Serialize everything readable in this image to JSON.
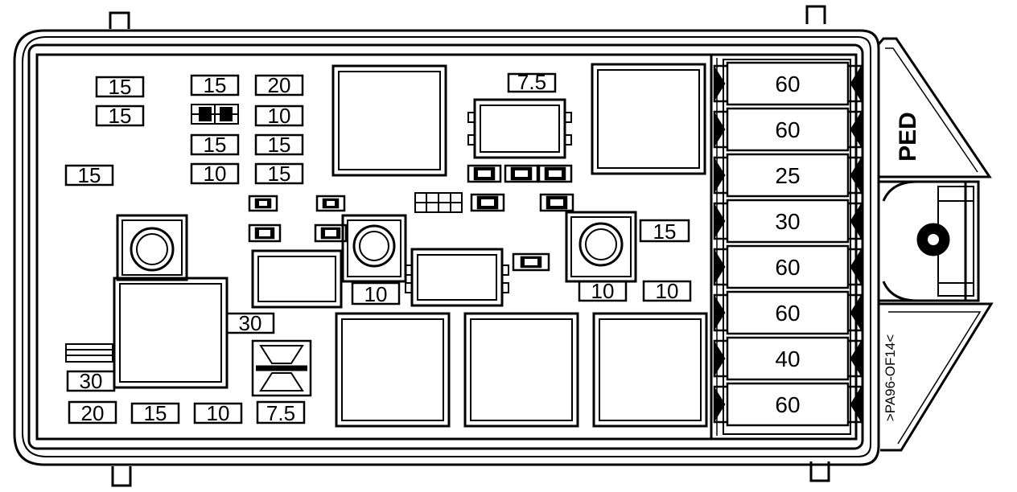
{
  "diagram": {
    "side_label": "PED",
    "code_label": ">PA96-OF14<"
  },
  "fuses": {
    "f_a": "15",
    "f_b": "15",
    "f_c": "15",
    "f_d": "20",
    "f_e": "7.5",
    "f_f": "10",
    "f_g": "15",
    "f_h": "15",
    "f_i": "15",
    "f_j": "10",
    "f_k": "15",
    "f_l": "15",
    "f_m": "10",
    "f_n": "10",
    "f_o": "10",
    "f_p": "30",
    "f_q": "30",
    "f_r": "20",
    "f_s": "15",
    "f_t": "10",
    "f_u": "7.5"
  },
  "maxifuses": [
    "60",
    "60",
    "25",
    "30",
    "60",
    "60",
    "40",
    "60"
  ]
}
